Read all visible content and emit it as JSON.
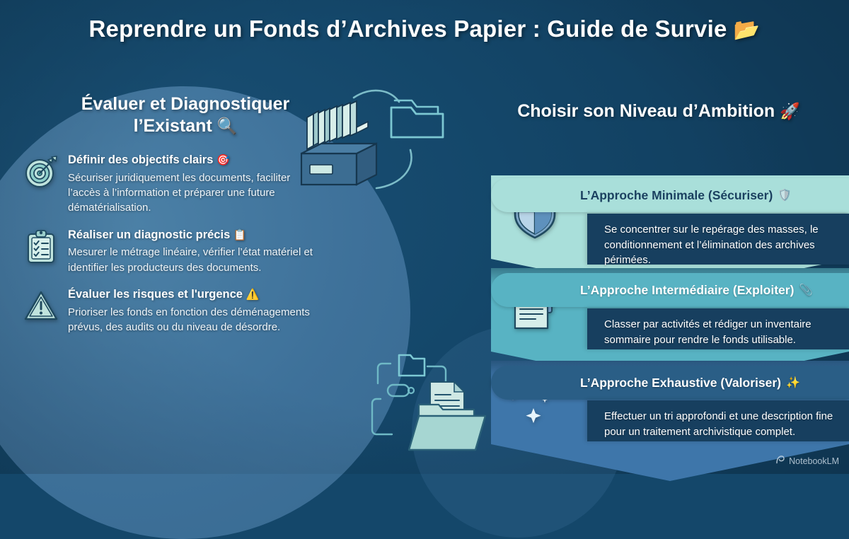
{
  "header": {
    "title": "Reprendre un Fonds d’Archives Papier : Guide de Survie",
    "title_emoji": "📂"
  },
  "left": {
    "heading": "Évaluer et Diagnostiquer l’Existant",
    "heading_emoji": "🔍",
    "items": [
      {
        "icon": "target-icon",
        "title": "Définir des objectifs clairs",
        "title_emoji": "🎯",
        "desc": "Sécuriser juridiquement les documents, faciliter l’accès à l’information et préparer une future dématérialisation."
      },
      {
        "icon": "clipboard-checklist-icon",
        "title": "Réaliser un diagnostic précis",
        "title_emoji": "📋",
        "desc": "Mesurer le métrage linéaire, vérifier l’état matériel et identifier les producteurs des documents."
      },
      {
        "icon": "warning-triangle-icon",
        "title": "Évaluer les risques et l'urgence",
        "title_emoji": "⚠️",
        "desc": "Prioriser les fonds en fonction des déménagements prévus, des audits ou du niveau de désordre."
      }
    ]
  },
  "right": {
    "heading": "Choisir son Niveau d’Ambition",
    "heading_emoji": "🚀",
    "levels": [
      {
        "icon": "shield-icon",
        "title": "L’Approche Minimale (Sécuriser)",
        "title_emoji": "🛡️",
        "desc": "Se concentrer sur le repérage des masses, le conditionnement et l’élimination des archives périmées.",
        "band_color": "#a9dfda",
        "title_color": "#1b4160"
      },
      {
        "icon": "documents-stack-icon",
        "title": "L’Approche Intermédiaire (Exploiter)",
        "title_emoji": "📎",
        "desc": "Classer par activités et rédiger un inventaire sommaire pour rendre le fonds utilisable.",
        "band_color": "#58b3c3",
        "title_color": "#ffffff"
      },
      {
        "icon": "constellation-sparkles-icon",
        "title": "L’Approche Exhaustive (Valoriser)",
        "title_emoji": "✨",
        "desc": "Effectuer un tri approfondi et une description fine pour un traitement archivistique complet.",
        "band_color": "#3e76aa",
        "title_color": "#ffffff"
      }
    ]
  },
  "illustrations": [
    {
      "name": "archive-box-with-binders-illustration"
    },
    {
      "name": "folder-with-document-illustration"
    }
  ],
  "watermark": {
    "label": "NotebookLM",
    "icon": "notebooklm-logo-icon"
  },
  "colors": {
    "background_dark": "#14476a",
    "circle_light": "#3f729b",
    "panel_dark": "#173f5f",
    "band_1": "#a9dfda",
    "band_2": "#58b3c3",
    "band_3": "#3e76aa",
    "text_white": "#ffffff"
  }
}
